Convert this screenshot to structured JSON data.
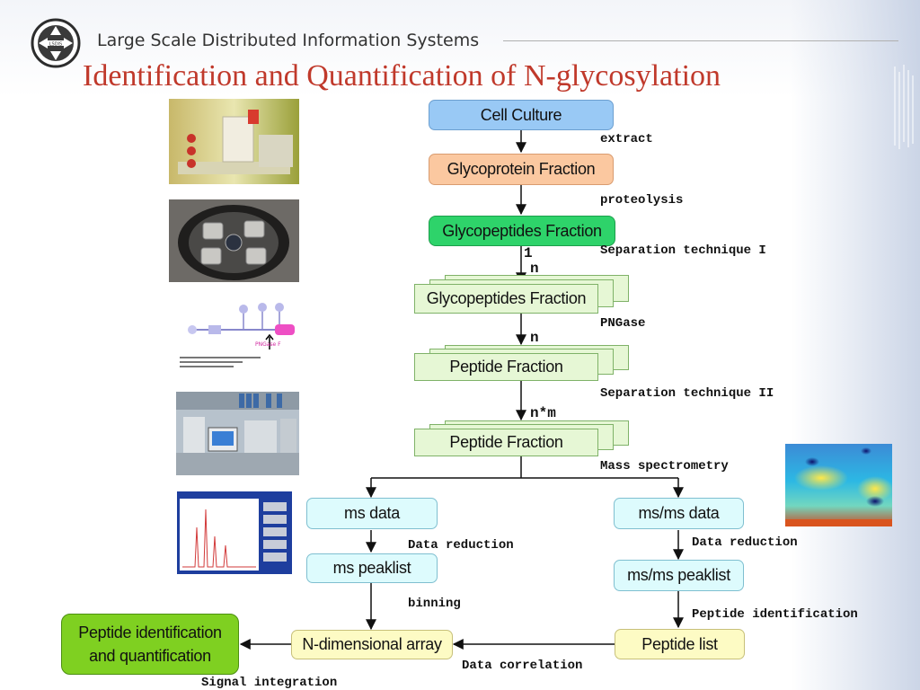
{
  "header": {
    "org": "Large Scale Distributed Information Systems",
    "logo_text": "LSDIS",
    "title": "Identification and Quantification of N-glycosylation"
  },
  "colors": {
    "title": "#c0392b",
    "cell_culture": "#99c9f5",
    "glycoprotein": "#fbc8a0",
    "glycopeptides": "#2ed36a",
    "fraction_stack": "#e6f7d5",
    "data_box": "#ddfbfd",
    "array_box": "#fdfbc4",
    "result_box": "#7fd021"
  },
  "photos": [
    {
      "name": "lab-culture-photo",
      "icon": "lab-flasks"
    },
    {
      "name": "centrifuge-photo",
      "icon": "centrifuge"
    },
    {
      "name": "pngase-diagram-photo",
      "icon": "reaction-diagram",
      "caption": "PNGase F"
    },
    {
      "name": "mass-spec-instrument-photo",
      "icon": "lab-instrument"
    },
    {
      "name": "spectrum-screenshot-photo",
      "icon": "spectrum-window"
    },
    {
      "name": "heatmap-image",
      "icon": "heatmap"
    }
  ],
  "nodes": {
    "cell_culture": "Cell Culture",
    "glycoprotein_fraction": "Glycoprotein Fraction",
    "glycopeptides_fraction": "Glycopeptides Fraction",
    "glycopeptides_fraction_stack": "Glycopeptides Fraction",
    "peptide_fraction_1": "Peptide Fraction",
    "peptide_fraction_2": "Peptide Fraction",
    "ms_data": "ms data",
    "msms_data": "ms/ms data",
    "ms_peaklist": "ms peaklist",
    "msms_peaklist": "ms/ms peaklist",
    "n_dimensional_array": "N-dimensional array",
    "peptide_list": "Peptide list",
    "peptide_id_quant_line1": "Peptide identification",
    "peptide_id_quant_line2": "and quantification"
  },
  "edge_labels": {
    "extract": "extract",
    "proteolysis": "proteolysis",
    "separation_1": "Separation technique I",
    "one": "1",
    "n1": "n",
    "pngase": "PNGase",
    "n2": "n",
    "separation_2": "Separation technique II",
    "nm": "n*m",
    "mass_spec": "Mass spectrometry",
    "data_reduction_left": "Data reduction",
    "data_reduction_right": "Data reduction",
    "binning": "binning",
    "peptide_identification": "Peptide identification",
    "data_correlation": "Data correlation",
    "signal_integration": "Signal integration"
  }
}
